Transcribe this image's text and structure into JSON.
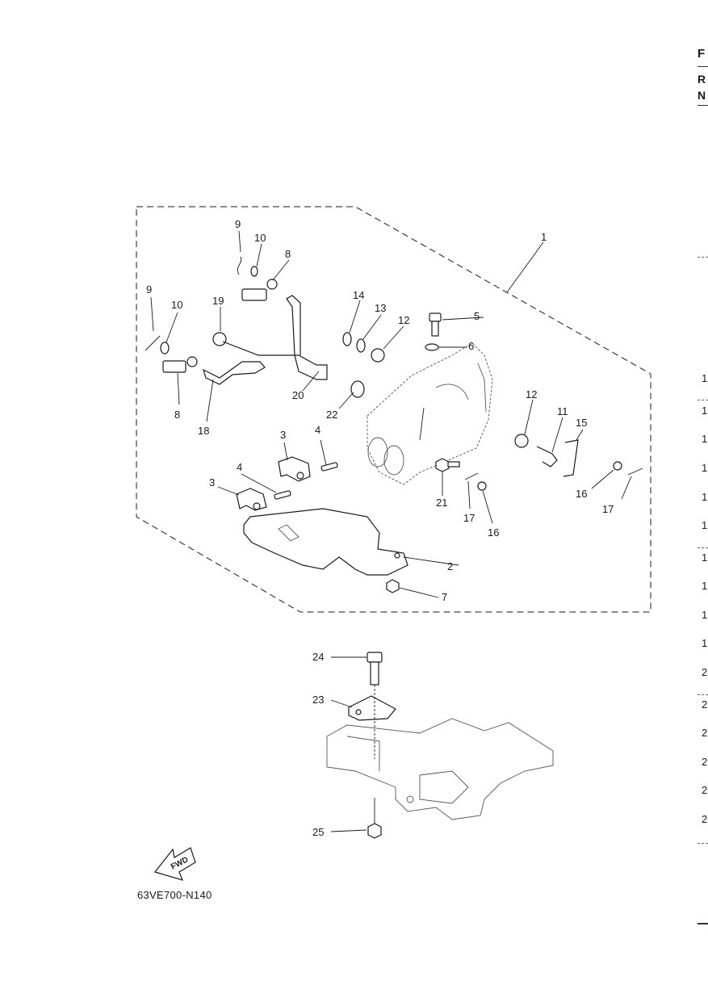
{
  "diagram": {
    "callouts": [
      "1",
      "2",
      "3",
      "3",
      "4",
      "4",
      "5",
      "6",
      "7",
      "8",
      "8",
      "9",
      "9",
      "10",
      "10",
      "11",
      "12",
      "12",
      "13",
      "14",
      "15",
      "16",
      "16",
      "17",
      "17",
      "18",
      "19",
      "20",
      "21",
      "22",
      "23",
      "24",
      "25"
    ],
    "fwd_label": "FWD",
    "reference_code": "63VE700-N140"
  },
  "edge": {
    "heading": [
      "F",
      "R",
      "N"
    ],
    "row_numbers": [
      "1",
      "1",
      "1",
      "1",
      "1",
      "1",
      "1",
      "1",
      "1",
      "1",
      "2",
      "2",
      "2",
      "2",
      "2",
      "2"
    ]
  }
}
